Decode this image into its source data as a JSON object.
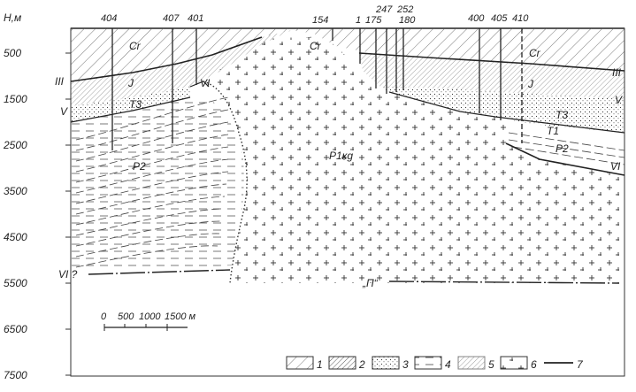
{
  "diagram": {
    "axis_title": "H,м",
    "depth_ticks": [
      "500",
      "1500",
      "2500",
      "3500",
      "4500",
      "5500",
      "6500",
      "7500"
    ],
    "wells": [
      {
        "id": "w404",
        "label": "404"
      },
      {
        "id": "w407",
        "label": "407"
      },
      {
        "id": "w401",
        "label": "401"
      },
      {
        "id": "w154",
        "label": "154"
      },
      {
        "id": "w1",
        "label": "1"
      },
      {
        "id": "w175",
        "label": "175"
      },
      {
        "id": "w247",
        "label": "247"
      },
      {
        "id": "w252",
        "label": "252"
      },
      {
        "id": "w180",
        "label": "180"
      },
      {
        "id": "w400",
        "label": "400"
      },
      {
        "id": "w405",
        "label": "405"
      },
      {
        "id": "w410",
        "label": "410"
      }
    ],
    "units": {
      "cr_left": "Cr",
      "cr_mid": "Cr",
      "cr_right": "Cr",
      "j_left": "J",
      "j_right": "J",
      "t3_left": "T3",
      "t3_right": "T3",
      "t1_right": "T1",
      "p2_left": "P2",
      "p2_right": "P2",
      "p1kg": "P1кg",
      "p_quoted": "„П“"
    },
    "horizons": {
      "iii_left": "III",
      "iii_right": "III",
      "v_left": "V",
      "v_right": "V",
      "vi_mid": "VI",
      "vi_right": "VI",
      "vi_q": "VI ?"
    },
    "scale_bar": {
      "ticks": [
        "0",
        "500",
        "1000",
        "1500 м"
      ]
    },
    "legend": [
      "1",
      "2",
      "3",
      "4",
      "5",
      "6",
      "7"
    ]
  }
}
